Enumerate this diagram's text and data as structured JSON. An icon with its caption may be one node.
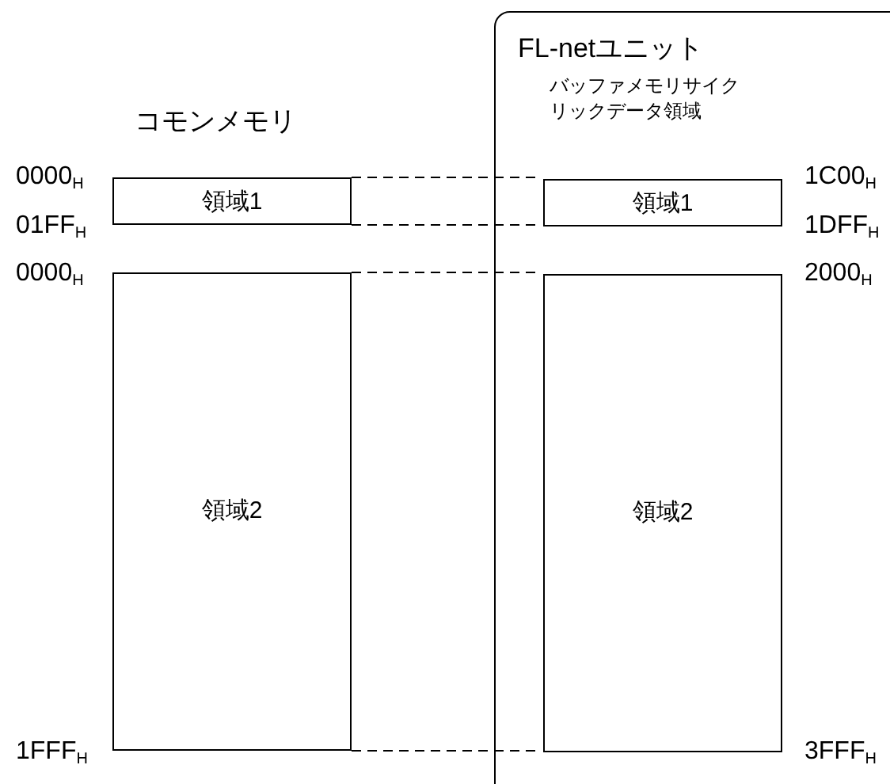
{
  "diagram": {
    "nodes": [
      {
        "text": [
          "FL-netユニット",
          "バッファメモリサイクリックデータ領域"
        ]
      },
      {
        "text": [
          "領域1"
        ]
      },
      {
        "text": [
          "領域2"
        ]
      },
      {
        "text": [
          "領域1"
        ],
        "in": 0
      },
      {
        "text": [
          "領域2"
        ],
        "in": 0
      }
    ],
    "edges": [
      {
        "from": 1,
        "to": 3,
        "arrow": "none",
        "style": "dashed"
      },
      {
        "from": 1,
        "to": 3,
        "arrow": "none",
        "style": "dashed"
      },
      {
        "from": 2,
        "to": 4,
        "arrow": "none",
        "style": "dashed"
      },
      {
        "from": 2,
        "to": 4,
        "arrow": "none",
        "style": "dashed"
      }
    ],
    "labels": [
      "コモンメモリ",
      "0000$_{H}$",
      "1C00$_{H}$",
      "01FF$_{H}$",
      "1DFF$_{H}$",
      "0000$_{H}$",
      "2000$_{H}$",
      "1FFF$_{H}$",
      "3FFF$_{H}$"
    ]
  }
}
